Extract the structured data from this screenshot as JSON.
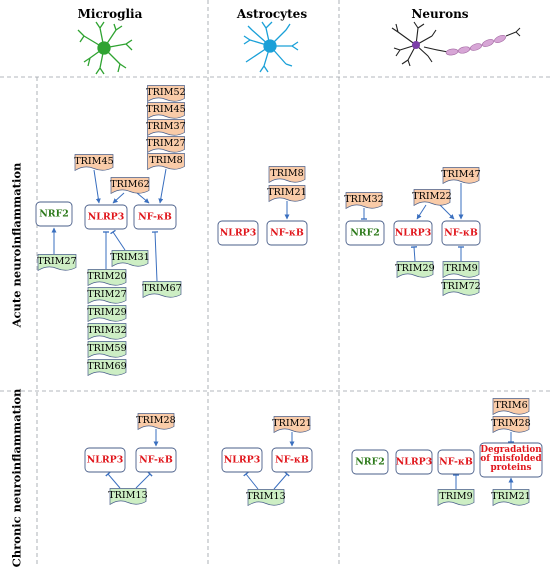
{
  "columns": {
    "microglia": "Microglia",
    "astrocytes": "Astrocytes",
    "neurons": "Neurons"
  },
  "rows": {
    "acute": "Acute neuroinflammation",
    "chronic": "Chronic neuroinflammation"
  },
  "colors": {
    "up": "#f9cba8",
    "down": "#cdeec4",
    "arrow": "#3a6fbf",
    "box": "#4a5f8a",
    "nodeRed": "#e0151b",
    "nodeGreen": "#2d7a1b",
    "divider": "#9aa0a6"
  },
  "icons": {
    "microglia": "microglia-cell-icon",
    "astrocytes": "astrocyte-cell-icon",
    "neurons": "neuron-cell-icon"
  },
  "targets": {
    "nrf2": "NRF2",
    "nlrp3": "NLRP3",
    "nfkb": "NF-κB",
    "degradation": "Degradation of misfolded proteins"
  },
  "acute": {
    "microglia": {
      "nfkb_up_stack": [
        "TRIM52",
        "TRIM45",
        "TRIM37",
        "TRIM27",
        "TRIM8"
      ],
      "nlrp3_up": "TRIM45",
      "shared_up": "TRIM62",
      "nrf2_up": "TRIM27",
      "shared_down": "TRIM31",
      "nlrp3_down_stack": [
        "TRIM20",
        "TRIM27",
        "TRIM29",
        "TRIM32",
        "TRIM59",
        "TRIM69"
      ],
      "nfkb_down": "TRIM67"
    },
    "astrocytes": {
      "nfkb_up_stack": [
        "TRIM8",
        "TRIM21"
      ]
    },
    "neurons": {
      "nrf2_down": "TRIM32",
      "nlrp3_up": "TRIM22",
      "nfkb_up": "TRIM47",
      "nlrp3_down": "TRIM29",
      "nfkb_down_stack": [
        "TRIM9",
        "TRIM72"
      ]
    }
  },
  "chronic": {
    "microglia": {
      "nfkb_up": "TRIM28",
      "shared_down": "TRIM13"
    },
    "astrocytes": {
      "nfkb_up": "TRIM21",
      "shared_down": "TRIM13"
    },
    "neurons": {
      "deg_down_stack": [
        "TRIM6",
        "TRIM28"
      ],
      "nfkb_down": "TRIM9",
      "deg_up": "TRIM21"
    }
  }
}
